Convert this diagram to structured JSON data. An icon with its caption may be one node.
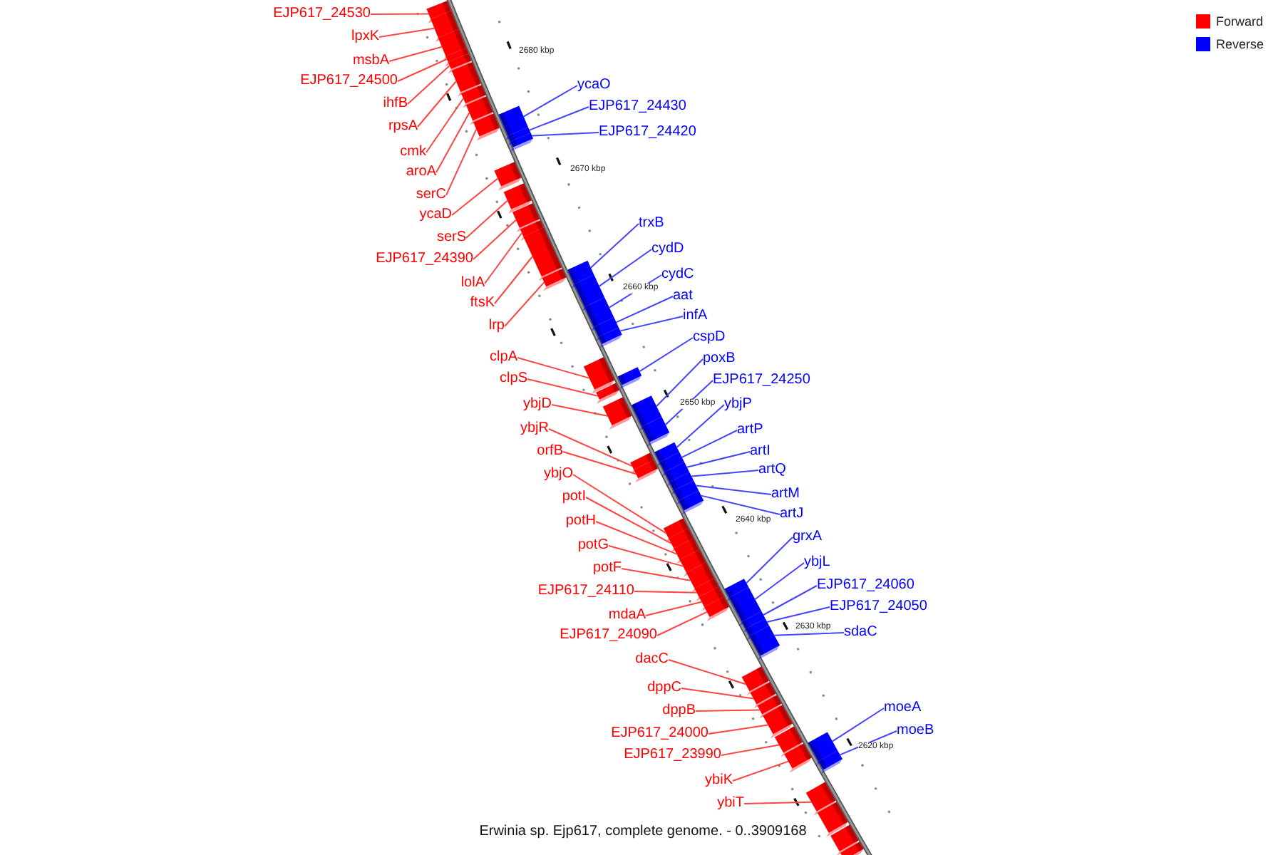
{
  "diagram": {
    "caption": "Erwinia sp. Ejp617, complete genome. - 0..3909168",
    "nodes": [
      {
        "text": [
          "EJP617_24530"
        ]
      },
      {
        "text": [
          "lpxK"
        ]
      },
      {
        "text": [
          "msbA"
        ]
      },
      {
        "text": [
          "EJP617_24500"
        ]
      },
      {
        "text": [
          "ycaO"
        ]
      },
      {
        "text": [
          "ihfB"
        ]
      },
      {
        "text": [
          "EJP617_24430"
        ]
      },
      {
        "text": [
          "rpsA"
        ]
      },
      {
        "text": [
          "EJP617_24420"
        ]
      },
      {
        "text": [
          "cmk"
        ]
      },
      {
        "text": [
          "aroA"
        ]
      },
      {
        "text": [
          "serC"
        ]
      },
      {
        "text": [
          "ycaD"
        ]
      },
      {
        "text": [
          "trxB"
        ]
      },
      {
        "text": [
          "serS"
        ]
      },
      {
        "text": [
          "cydD"
        ]
      },
      {
        "text": [
          "EJP617_24390"
        ]
      },
      {
        "text": [
          "cydC"
        ]
      },
      {
        "text": [
          "lolA"
        ]
      },
      {
        "text": [
          "aat"
        ]
      },
      {
        "text": [
          "ftsK"
        ]
      },
      {
        "text": [
          "infA"
        ]
      },
      {
        "text": [
          "lrp"
        ]
      },
      {
        "text": [
          "cspD"
        ]
      },
      {
        "text": [
          "clpA"
        ]
      },
      {
        "text": [
          "poxB"
        ]
      },
      {
        "text": [
          "clpS"
        ]
      },
      {
        "text": [
          "EJP617_24250"
        ]
      },
      {
        "text": [
          "ybjD"
        ]
      },
      {
        "text": [
          "ybjP"
        ]
      },
      {
        "text": [
          "ybjR"
        ]
      },
      {
        "text": [
          "artP"
        ]
      },
      {
        "text": [
          "orfB"
        ]
      },
      {
        "text": [
          "artI"
        ]
      },
      {
        "text": [
          "artQ"
        ]
      },
      {
        "text": [
          "ybjO"
        ]
      },
      {
        "text": [
          "artM"
        ]
      },
      {
        "text": [
          "potI"
        ]
      },
      {
        "text": [
          "artJ"
        ]
      },
      {
        "text": [
          "potH"
        ]
      },
      {
        "text": [
          "grxA"
        ]
      },
      {
        "text": [
          "potG"
        ]
      },
      {
        "text": [
          "ybjL"
        ]
      },
      {
        "text": [
          "potF"
        ]
      },
      {
        "text": [
          "EJP617_24060"
        ]
      },
      {
        "text": [
          "EJP617_24110"
        ]
      },
      {
        "text": [
          "EJP617_24050"
        ]
      },
      {
        "text": [
          "mdaA"
        ]
      },
      {
        "text": [
          "sdaC"
        ]
      },
      {
        "text": [
          "EJP617_24090"
        ]
      },
      {
        "text": [
          "dacC"
        ]
      },
      {
        "text": [
          "dppC"
        ]
      },
      {
        "text": [
          "moeA"
        ]
      },
      {
        "text": [
          "dppB"
        ]
      },
      {
        "text": [
          "moeB"
        ]
      },
      {
        "text": [
          "EJP617_24000"
        ]
      },
      {
        "text": [
          "EJP617_23990"
        ]
      },
      {
        "text": [
          "ybiK"
        ]
      },
      {
        "text": [
          "ybiT"
        ]
      },
      {
        "text": [],
        "shape": "box"
      },
      {
        "text": [],
        "shape": "box"
      },
      {
        "text": [],
        "shape": "box"
      },
      {
        "text": [],
        "shape": "box"
      },
      {
        "text": [],
        "shape": "box"
      },
      {
        "text": [],
        "shape": "box"
      },
      {
        "text": [],
        "shape": "box"
      },
      {
        "text": [],
        "shape": "box"
      },
      {
        "text": [],
        "shape": "box"
      },
      {
        "text": [],
        "shape": "box"
      },
      {
        "text": [],
        "shape": "box"
      },
      {
        "text": [],
        "shape": "box"
      },
      {
        "text": [],
        "shape": "box"
      },
      {
        "text": [],
        "shape": "box"
      },
      {
        "text": [],
        "shape": "box"
      },
      {
        "text": [],
        "shape": "box"
      },
      {
        "text": [],
        "shape": "box"
      },
      {
        "text": [],
        "shape": "box"
      },
      {
        "text": [],
        "shape": "box"
      },
      {
        "text": [],
        "shape": "box"
      },
      {
        "text": [],
        "shape": "box"
      },
      {
        "text": [],
        "shape": "box"
      },
      {
        "text": [],
        "shape": "box"
      },
      {
        "text": [],
        "shape": "box"
      },
      {
        "text": [],
        "shape": "box"
      },
      {
        "text": [],
        "shape": "box"
      },
      {
        "text": [],
        "shape": "box"
      },
      {
        "text": [],
        "shape": "box"
      },
      {
        "text": [],
        "shape": "box"
      },
      {
        "text": [],
        "shape": "box"
      },
      {
        "text": [],
        "shape": "box"
      },
      {
        "text": [],
        "shape": "box"
      },
      {
        "text": [],
        "shape": "box"
      },
      {
        "text": [],
        "shape": "box"
      },
      {
        "text": [],
        "shape": "box"
      },
      {
        "text": [],
        "shape": "box"
      },
      {
        "text": [],
        "shape": "box"
      },
      {
        "text": [],
        "shape": "box"
      },
      {
        "text": [],
        "shape": "box"
      },
      {
        "text": [],
        "shape": "box"
      },
      {
        "text": [],
        "shape": "box"
      },
      {
        "text": [],
        "shape": "box"
      },
      {
        "text": [],
        "shape": "box"
      },
      {
        "text": [],
        "shape": "box"
      },
      {
        "text": [],
        "shape": "box"
      },
      {
        "text": [],
        "shape": "box"
      },
      {
        "text": [],
        "shape": "box"
      },
      {
        "text": [],
        "shape": "box"
      },
      {
        "text": [],
        "shape": "box"
      },
      {
        "text": [],
        "shape": "box"
      },
      {
        "text": [],
        "shape": "box"
      },
      {
        "text": [],
        "shape": "box"
      },
      {
        "text": [],
        "shape": "box"
      },
      {
        "text": [],
        "shape": "box"
      },
      {
        "text": [],
        "shape": "box"
      },
      {
        "text": [],
        "shape": "box"
      },
      {
        "text": [],
        "shape": "box"
      },
      {
        "text": [],
        "shape": "box"
      },
      {
        "text": [],
        "shape": "box"
      },
      {
        "text": [],
        "shape": "box"
      },
      {
        "text": [],
        "shape": "box"
      },
      {
        "text": [],
        "shape": "box"
      }
    ],
    "edges": [
      {
        "from": 0,
        "to": 59,
        "arrow": "none"
      },
      {
        "from": 1,
        "to": 60,
        "arrow": "none"
      },
      {
        "from": 2,
        "to": 61,
        "arrow": "none"
      },
      {
        "from": 3,
        "to": 62,
        "arrow": "none"
      },
      {
        "from": 4,
        "to": 68,
        "arrow": "none",
        "color": "#4444ff"
      },
      {
        "from": 5,
        "to": 63,
        "arrow": "none"
      },
      {
        "from": 6,
        "to": 69,
        "arrow": "none",
        "color": "#4444ff"
      },
      {
        "from": 7,
        "to": 64,
        "arrow": "none"
      },
      {
        "from": 8,
        "to": 70,
        "arrow": "none",
        "color": "#4444ff"
      },
      {
        "from": 9,
        "to": 65,
        "arrow": "none"
      },
      {
        "from": 10,
        "to": 66,
        "arrow": "none"
      },
      {
        "from": 11,
        "to": 67,
        "arrow": "none"
      },
      {
        "from": 12,
        "to": 71,
        "arrow": "none"
      },
      {
        "from": 13,
        "to": 77,
        "arrow": "none",
        "color": "#4444ff"
      },
      {
        "from": 14,
        "to": 72,
        "arrow": "none"
      },
      {
        "from": 15,
        "to": 78,
        "arrow": "none",
        "color": "#4444ff"
      },
      {
        "from": 16,
        "to": 73,
        "arrow": "none"
      },
      {
        "from": 17,
        "to": 79,
        "arrow": "none",
        "color": "#4444ff"
      },
      {
        "from": 18,
        "to": 74,
        "arrow": "none"
      },
      {
        "from": 19,
        "to": 80,
        "arrow": "none",
        "color": "#4444ff"
      },
      {
        "from": 20,
        "to": 75,
        "arrow": "none"
      },
      {
        "from": 21,
        "to": 81,
        "arrow": "none",
        "color": "#4444ff"
      },
      {
        "from": 22,
        "to": 76,
        "arrow": "none"
      },
      {
        "from": 23,
        "to": 83,
        "arrow": "none",
        "color": "#4444ff"
      },
      {
        "from": 24,
        "to": 82,
        "arrow": "none"
      },
      {
        "from": 25,
        "to": 86,
        "arrow": "none",
        "color": "#4444ff"
      },
      {
        "from": 26,
        "to": 84,
        "arrow": "none"
      },
      {
        "from": 27,
        "to": 87,
        "arrow": "none",
        "color": "#4444ff"
      },
      {
        "from": 28,
        "to": 85,
        "arrow": "none"
      },
      {
        "from": 29,
        "to": 89,
        "arrow": "none",
        "color": "#4444ff"
      },
      {
        "from": 30,
        "to": 88,
        "arrow": "none"
      },
      {
        "from": 31,
        "to": 91,
        "arrow": "none",
        "color": "#4444ff"
      },
      {
        "from": 32,
        "to": 90,
        "arrow": "none"
      },
      {
        "from": 33,
        "to": 92,
        "arrow": "none",
        "color": "#4444ff"
      },
      {
        "from": 34,
        "to": 93,
        "arrow": "none",
        "color": "#4444ff"
      },
      {
        "from": 35,
        "to": 96,
        "arrow": "none"
      },
      {
        "from": 36,
        "to": 94,
        "arrow": "none",
        "color": "#4444ff"
      },
      {
        "from": 37,
        "to": 97,
        "arrow": "none"
      },
      {
        "from": 38,
        "to": 95,
        "arrow": "none",
        "color": "#4444ff"
      },
      {
        "from": 39,
        "to": 98,
        "arrow": "none"
      },
      {
        "from": 40,
        "to": 103,
        "arrow": "none",
        "color": "#4444ff"
      },
      {
        "from": 41,
        "to": 99,
        "arrow": "none"
      },
      {
        "from": 42,
        "to": 105,
        "arrow": "none",
        "color": "#4444ff"
      },
      {
        "from": 43,
        "to": 100,
        "arrow": "none"
      },
      {
        "from": 44,
        "to": 106,
        "arrow": "none",
        "color": "#4444ff"
      },
      {
        "from": 45,
        "to": 101,
        "arrow": "none"
      },
      {
        "from": 46,
        "to": 107,
        "arrow": "none",
        "color": "#4444ff"
      },
      {
        "from": 47,
        "to": 102,
        "arrow": "none"
      },
      {
        "from": 48,
        "to": 108,
        "arrow": "none",
        "color": "#4444ff"
      },
      {
        "from": 49,
        "to": 104,
        "arrow": "none"
      },
      {
        "from": 50,
        "to": 109,
        "arrow": "none"
      },
      {
        "from": 51,
        "to": 110,
        "arrow": "none"
      },
      {
        "from": 52,
        "to": 115,
        "arrow": "none",
        "color": "#4444ff"
      },
      {
        "from": 53,
        "to": 111,
        "arrow": "none"
      },
      {
        "from": 54,
        "to": 116,
        "arrow": "none",
        "color": "#4444ff"
      },
      {
        "from": 55,
        "to": 112,
        "arrow": "none"
      },
      {
        "from": 56,
        "to": 113,
        "arrow": "none"
      },
      {
        "from": 57,
        "to": 114,
        "arrow": "none"
      },
      {
        "from": 58,
        "to": 117,
        "arrow": "none"
      }
    ],
    "labels": [
      "2680 kbp",
      "2670 kbp",
      "2660 kbp",
      "2650 kbp",
      "2640 kbp",
      "2630 kbp",
      "2620 kbp"
    ],
    "legend": [
      {
        "text": "Forward",
        "color": "#ff0000"
      },
      {
        "text": "Reverse",
        "color": "#0000ff"
      }
    ]
  }
}
